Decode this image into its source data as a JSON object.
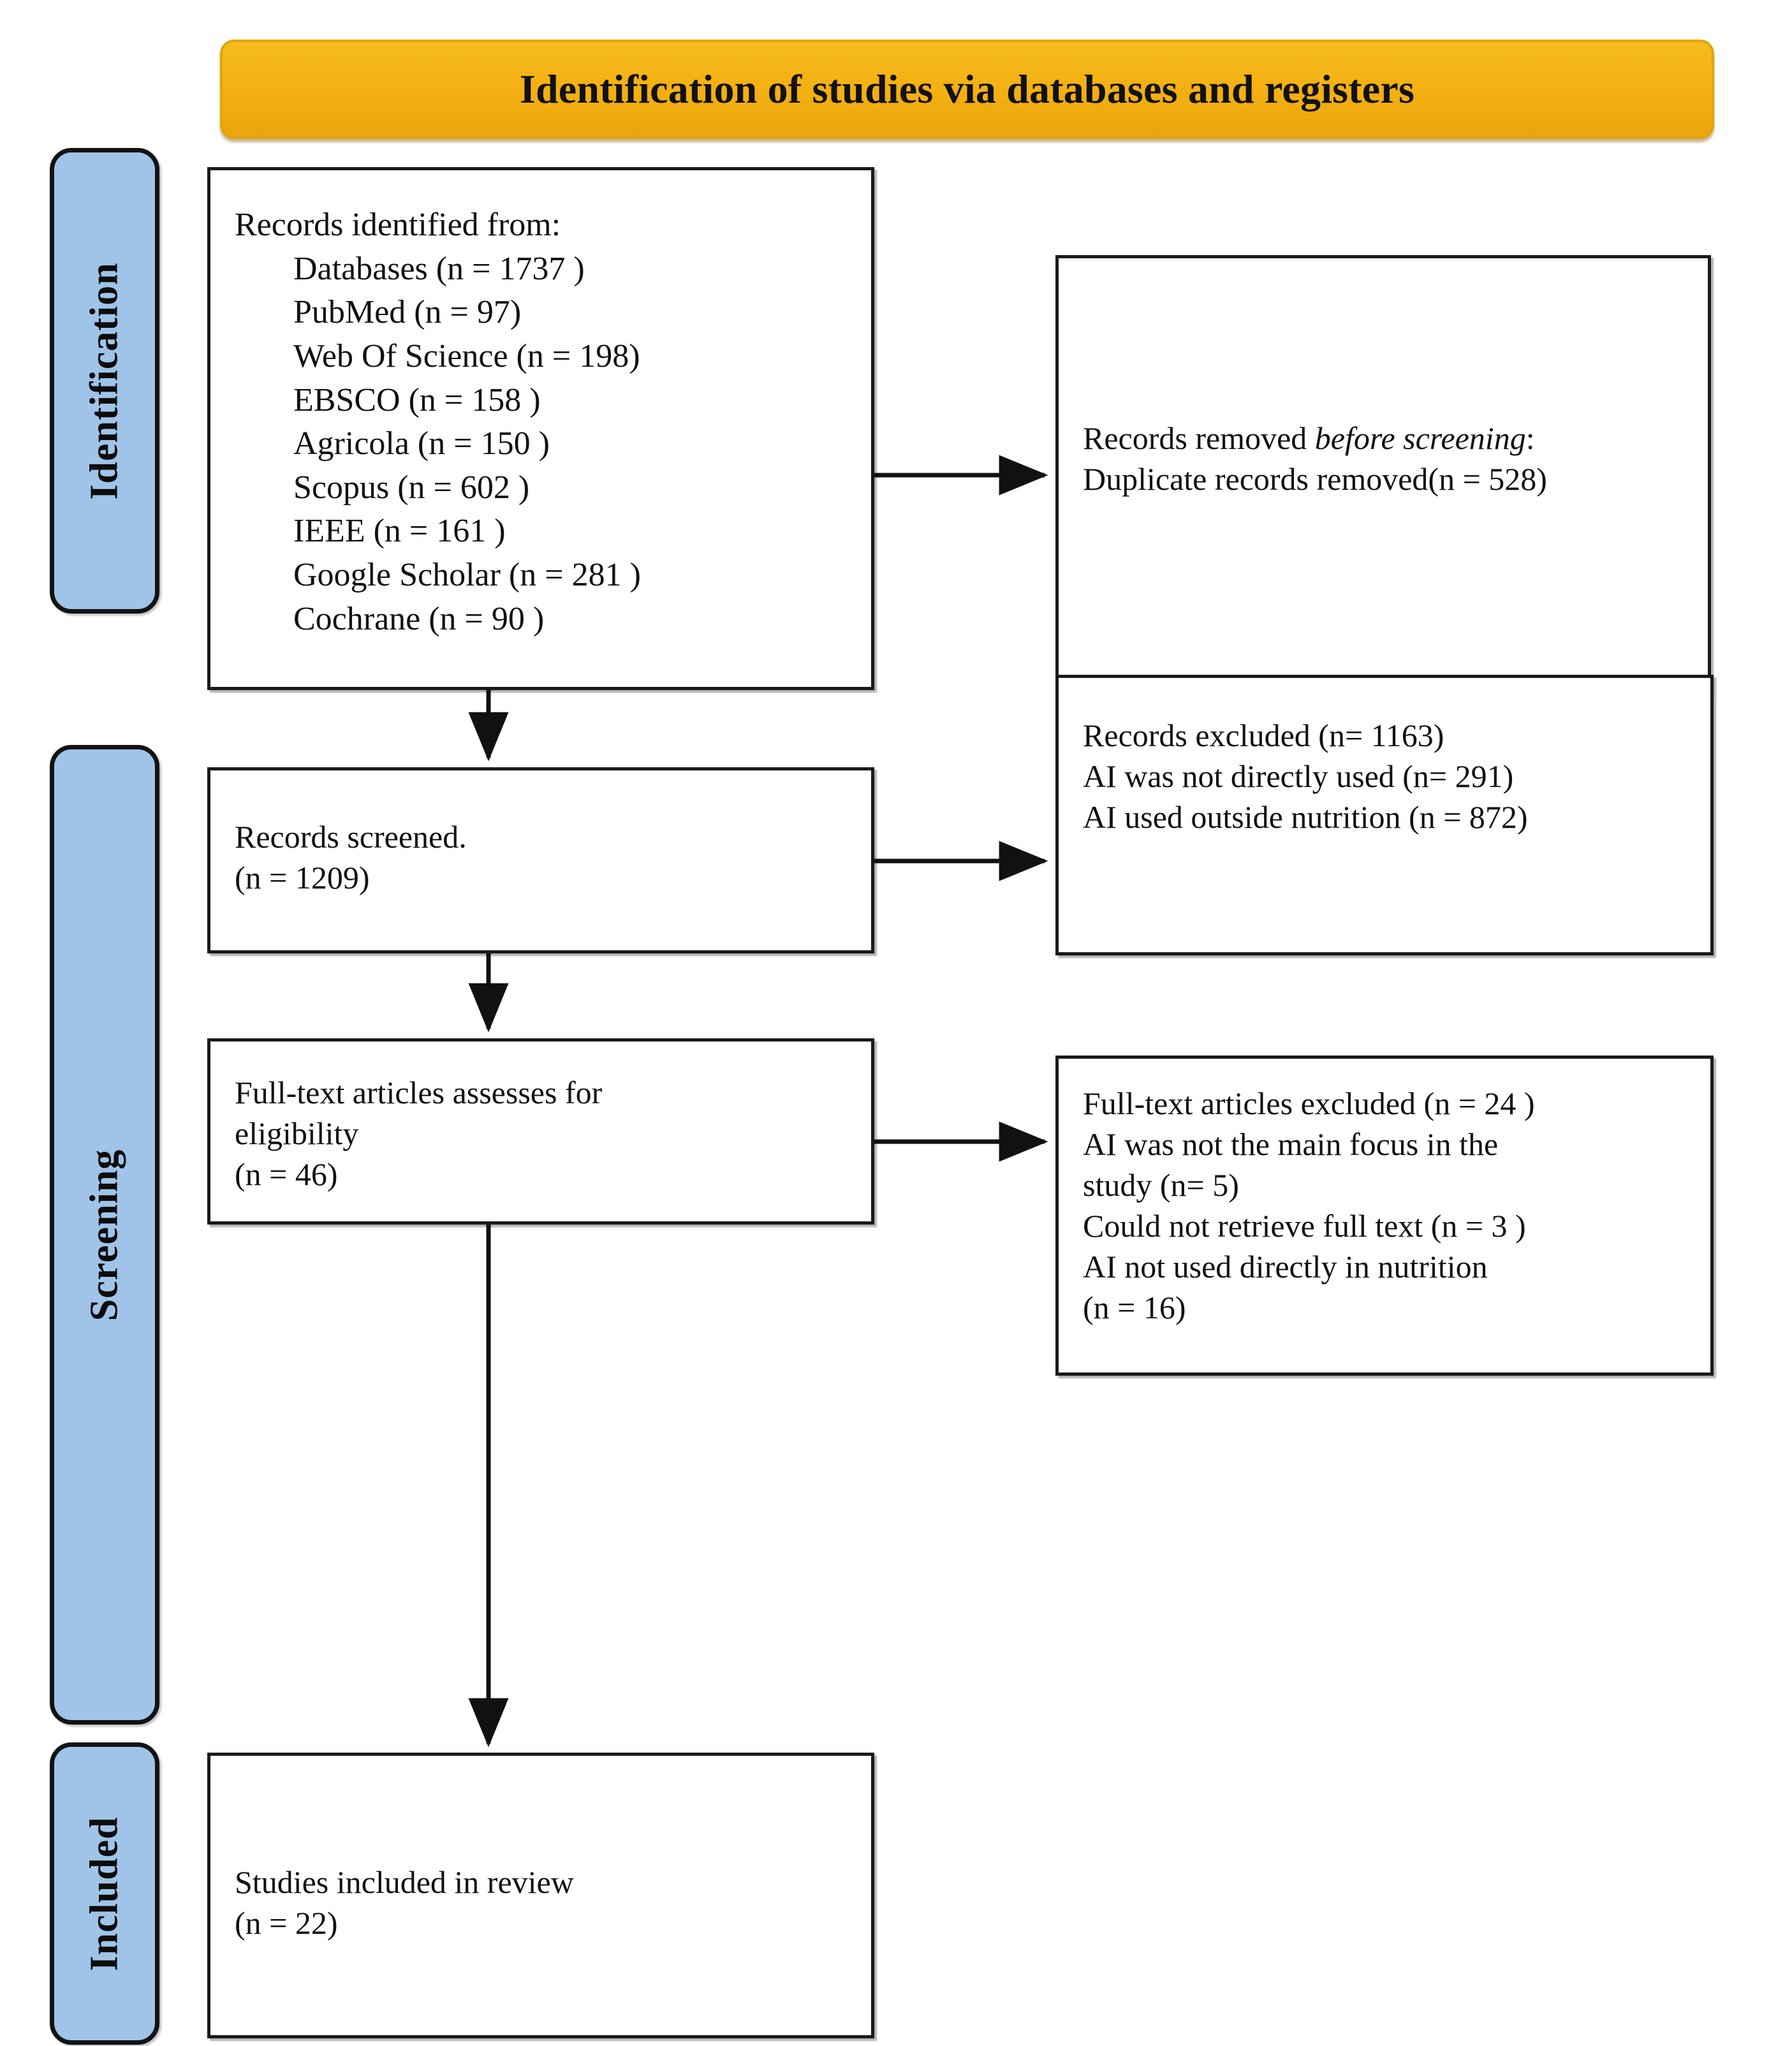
{
  "header": {
    "title": "Identification of studies via databases and registers",
    "background_color": "#F3AF11",
    "text_color": "#111111"
  },
  "stages": [
    {
      "id": "identification",
      "label": "Identification"
    },
    {
      "id": "screening",
      "label": "Screening"
    },
    {
      "id": "included",
      "label": "Included"
    }
  ],
  "stage_color": "#9FC4E7",
  "boxes": {
    "identified": {
      "title": "Records identified from:",
      "sources": [
        "Databases (n = 1737 )",
        "PubMed (n = 97)",
        "Web Of Science (n = 198)",
        "EBSCO (n = 158 )",
        "Agricola (n = 150 )",
        "Scopus (n = 602 )",
        "IEEE (n = 161 )",
        "Google Scholar (n = 281 )",
        "Cochrane (n = 90 )"
      ]
    },
    "removed_before_screening": {
      "line1_prefix": "Records removed ",
      "line1_italic": "before screening",
      "line1_suffix": ":",
      "line2": "Duplicate records removed(n = 528)"
    },
    "screened": {
      "line1": "Records screened.",
      "line2": "(n = 1209)"
    },
    "records_excluded": {
      "line1": "Records excluded (n= 1163)",
      "line2": "AI was not directly used (n= 291)",
      "line3": "AI used outside nutrition (n = 872)"
    },
    "fulltext_assessed": {
      "line1": "Full-text articles assesses for",
      "line2": "eligibility",
      "line3": "(n = 46)"
    },
    "fulltext_excluded": {
      "line1": "Full-text articles excluded (n = 24 )",
      "line2": "AI was not the main focus in the",
      "line3": "study  (n= 5)",
      "line4": "Could not retrieve full text (n = 3 )",
      "line5": "AI not used directly in nutrition",
      "line6": "(n = 16)"
    },
    "included": {
      "line1": "Studies included in review",
      "line2": "(n = 22)"
    }
  },
  "chart_data": {
    "type": "flow-diagram",
    "title": "Identification of studies via databases and registers",
    "nodes": [
      {
        "id": "identified",
        "stage": "Identification",
        "label": "Records identified from",
        "total": 1737,
        "breakdown": {
          "Databases": 1737,
          "PubMed": 97,
          "Web Of Science": 198,
          "EBSCO": 158,
          "Agricola": 150,
          "Scopus": 602,
          "IEEE": 161,
          "Google Scholar": 281,
          "Cochrane": 90
        }
      },
      {
        "id": "removed_before_screening",
        "stage": "Identification",
        "label": "Duplicate records removed",
        "n": 528
      },
      {
        "id": "screened",
        "stage": "Screening",
        "label": "Records screened",
        "n": 1209
      },
      {
        "id": "records_excluded",
        "stage": "Screening",
        "label": "Records excluded",
        "n": 1163,
        "reasons": {
          "AI was not directly used": 291,
          "AI used outside nutrition": 872
        }
      },
      {
        "id": "fulltext_assessed",
        "stage": "Screening",
        "label": "Full-text articles assesses for eligibility",
        "n": 46
      },
      {
        "id": "fulltext_excluded",
        "stage": "Screening",
        "label": "Full-text articles excluded",
        "n": 24,
        "reasons": {
          "AI was not the main focus in the study": 5,
          "Could not retrieve full text": 3,
          "AI not used directly in nutrition": 16
        }
      },
      {
        "id": "included",
        "stage": "Included",
        "label": "Studies included in review",
        "n": 22
      }
    ],
    "edges": [
      {
        "from": "identified",
        "to": "removed_before_screening",
        "direction": "right"
      },
      {
        "from": "identified",
        "to": "screened",
        "direction": "down"
      },
      {
        "from": "screened",
        "to": "records_excluded",
        "direction": "right"
      },
      {
        "from": "screened",
        "to": "fulltext_assessed",
        "direction": "down"
      },
      {
        "from": "fulltext_assessed",
        "to": "fulltext_excluded",
        "direction": "right"
      },
      {
        "from": "fulltext_assessed",
        "to": "included",
        "direction": "down"
      }
    ]
  }
}
